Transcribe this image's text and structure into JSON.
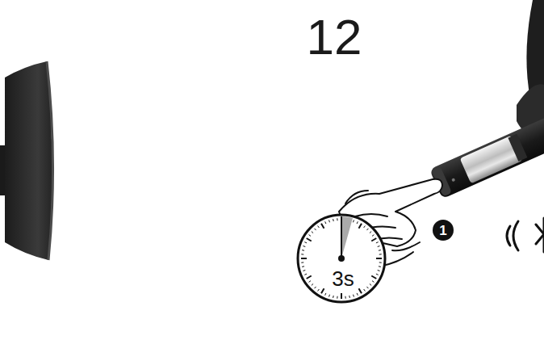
{
  "diagram": {
    "labels": [
      "12",
      "3s",
      "1"
    ]
  }
}
